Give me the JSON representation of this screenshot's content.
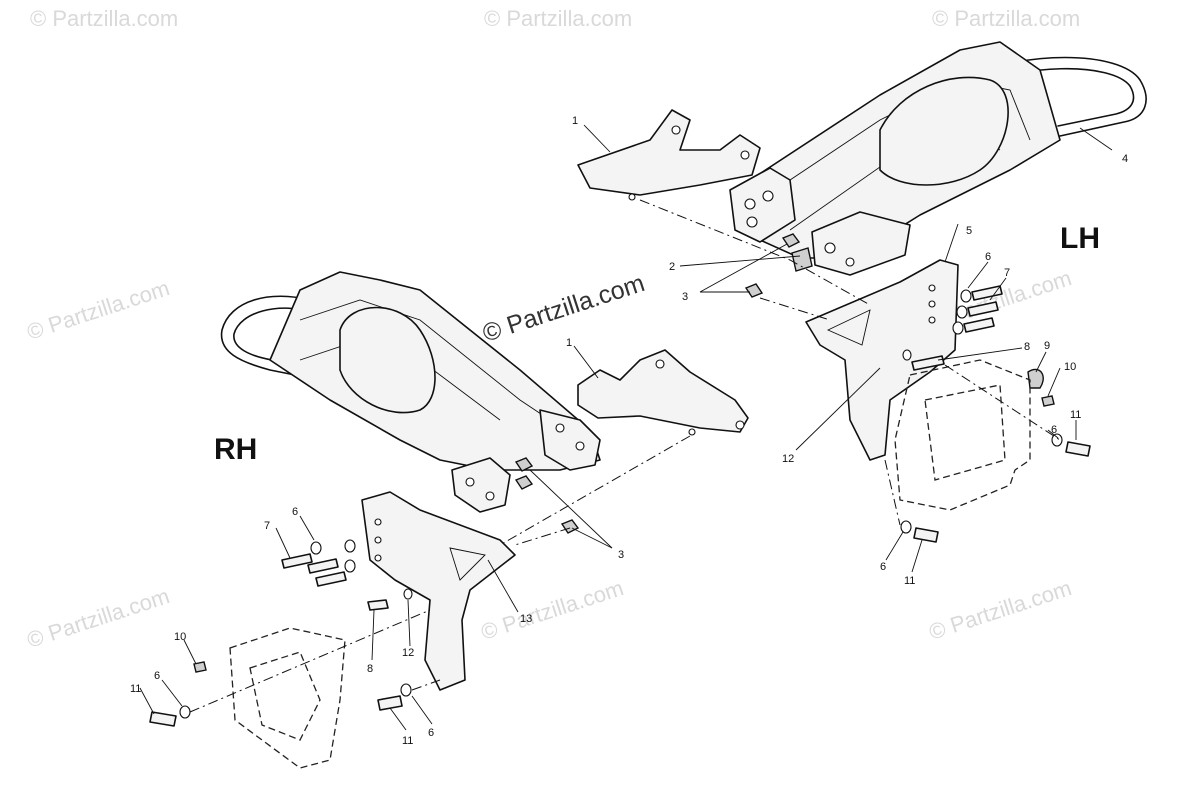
{
  "watermarks": {
    "text": "© Partzilla.com",
    "center_text": "© Partzilla.com"
  },
  "sides": {
    "left": "RH",
    "right": "LH"
  },
  "callouts": {
    "lh_bracket": "1",
    "lh_bushing": "2",
    "lh_nut": "3",
    "lh_bumper": "4",
    "lh_plate": "5",
    "lh_washer_upper": "6",
    "lh_bolt_upper": "7",
    "lh_bolt_mid": "8",
    "lh_clamp": "9",
    "lh_screw": "10",
    "lh_washer_right": "6",
    "lh_bolt_right": "11",
    "lh_spacer": "12",
    "lh_washer_lower": "6",
    "lh_bolt_lower": "11",
    "rh_bracket": "1",
    "rh_nut": "3",
    "rh_bolt_upper": "7",
    "rh_washer_upper": "6",
    "rh_plate": "13",
    "rh_bolt_mid": "8",
    "rh_spacer": "12",
    "rh_screw": "10",
    "rh_washer_left": "6",
    "rh_bolt_left": "11",
    "rh_bolt_lower": "11",
    "rh_washer_lower": "6"
  },
  "colors": {
    "ink": "#111111",
    "watermark": "#d9d9d9",
    "background": "#ffffff"
  }
}
